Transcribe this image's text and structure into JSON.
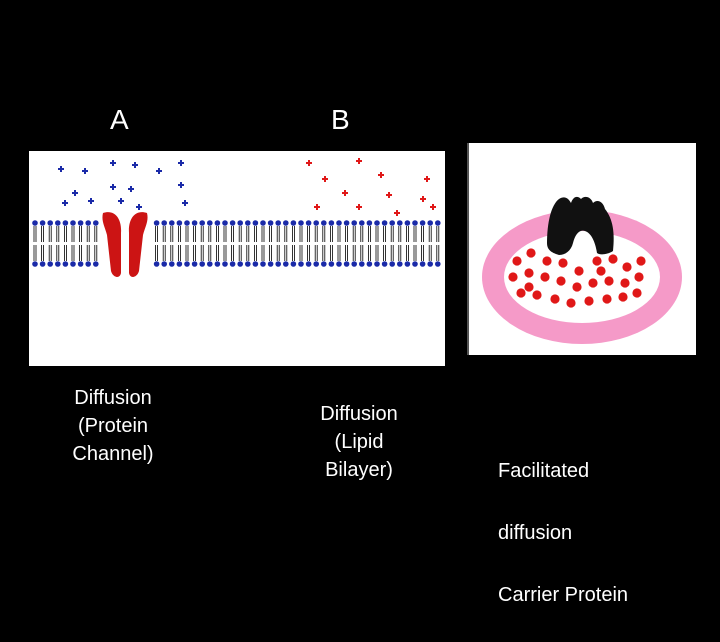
{
  "labels": {
    "a": "A",
    "b": "B"
  },
  "captions": {
    "protein_channel": "Diffusion\n(Protein\nChannel)",
    "lipid_bilayer": "Diffusion\n(Lipid\nBilayer)",
    "carrier_line1": "Facilitated",
    "carrier_line2": "diffusion",
    "carrier_line3": "Carrier Protein"
  },
  "colors": {
    "background": "#000000",
    "panel": "#ffffff",
    "membrane_heads": "#1a2aa8",
    "molecule_blue": "#1a2aa8",
    "molecule_red": "#e01818",
    "channel_protein": "#cc1414",
    "carrier_ring": "#f59ac8",
    "carrier_protein": "#111111"
  },
  "icons": {
    "membrane": "lipid-bilayer",
    "channel": "protein-channel",
    "carrier": "carrier-protein"
  }
}
